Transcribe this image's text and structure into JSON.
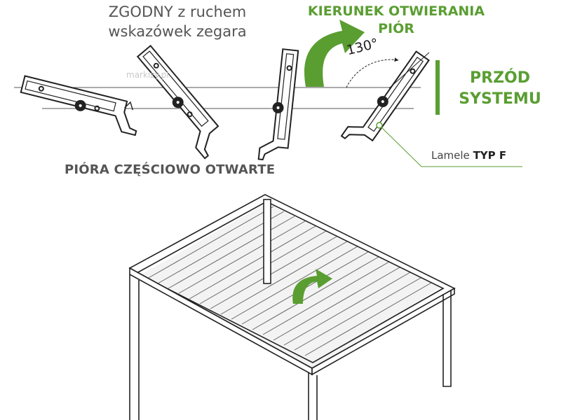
{
  "caption": {
    "line1": "ZGODNY z ruchem",
    "line2": "wskazówek zegara"
  },
  "direction": {
    "line1": "KIERUNEK OTWIERANIA",
    "line2": "PIÓR"
  },
  "front": {
    "line1": "PRZÓD",
    "line2": "SYSTEMU"
  },
  "angle_label": "130°",
  "lamele": {
    "prefix": "Lamele ",
    "type": "TYP F"
  },
  "partial_label": "PIÓRA CZĘŚCIOWO OTWARTE",
  "watermark": "markizy.pl",
  "colors": {
    "green": "#5a9e32",
    "line": "#222222",
    "gray_text": "#555555",
    "light": "#f3f3f3"
  },
  "icons": [
    "rotation-arrow-icon",
    "small-rotation-arrow-icon"
  ]
}
